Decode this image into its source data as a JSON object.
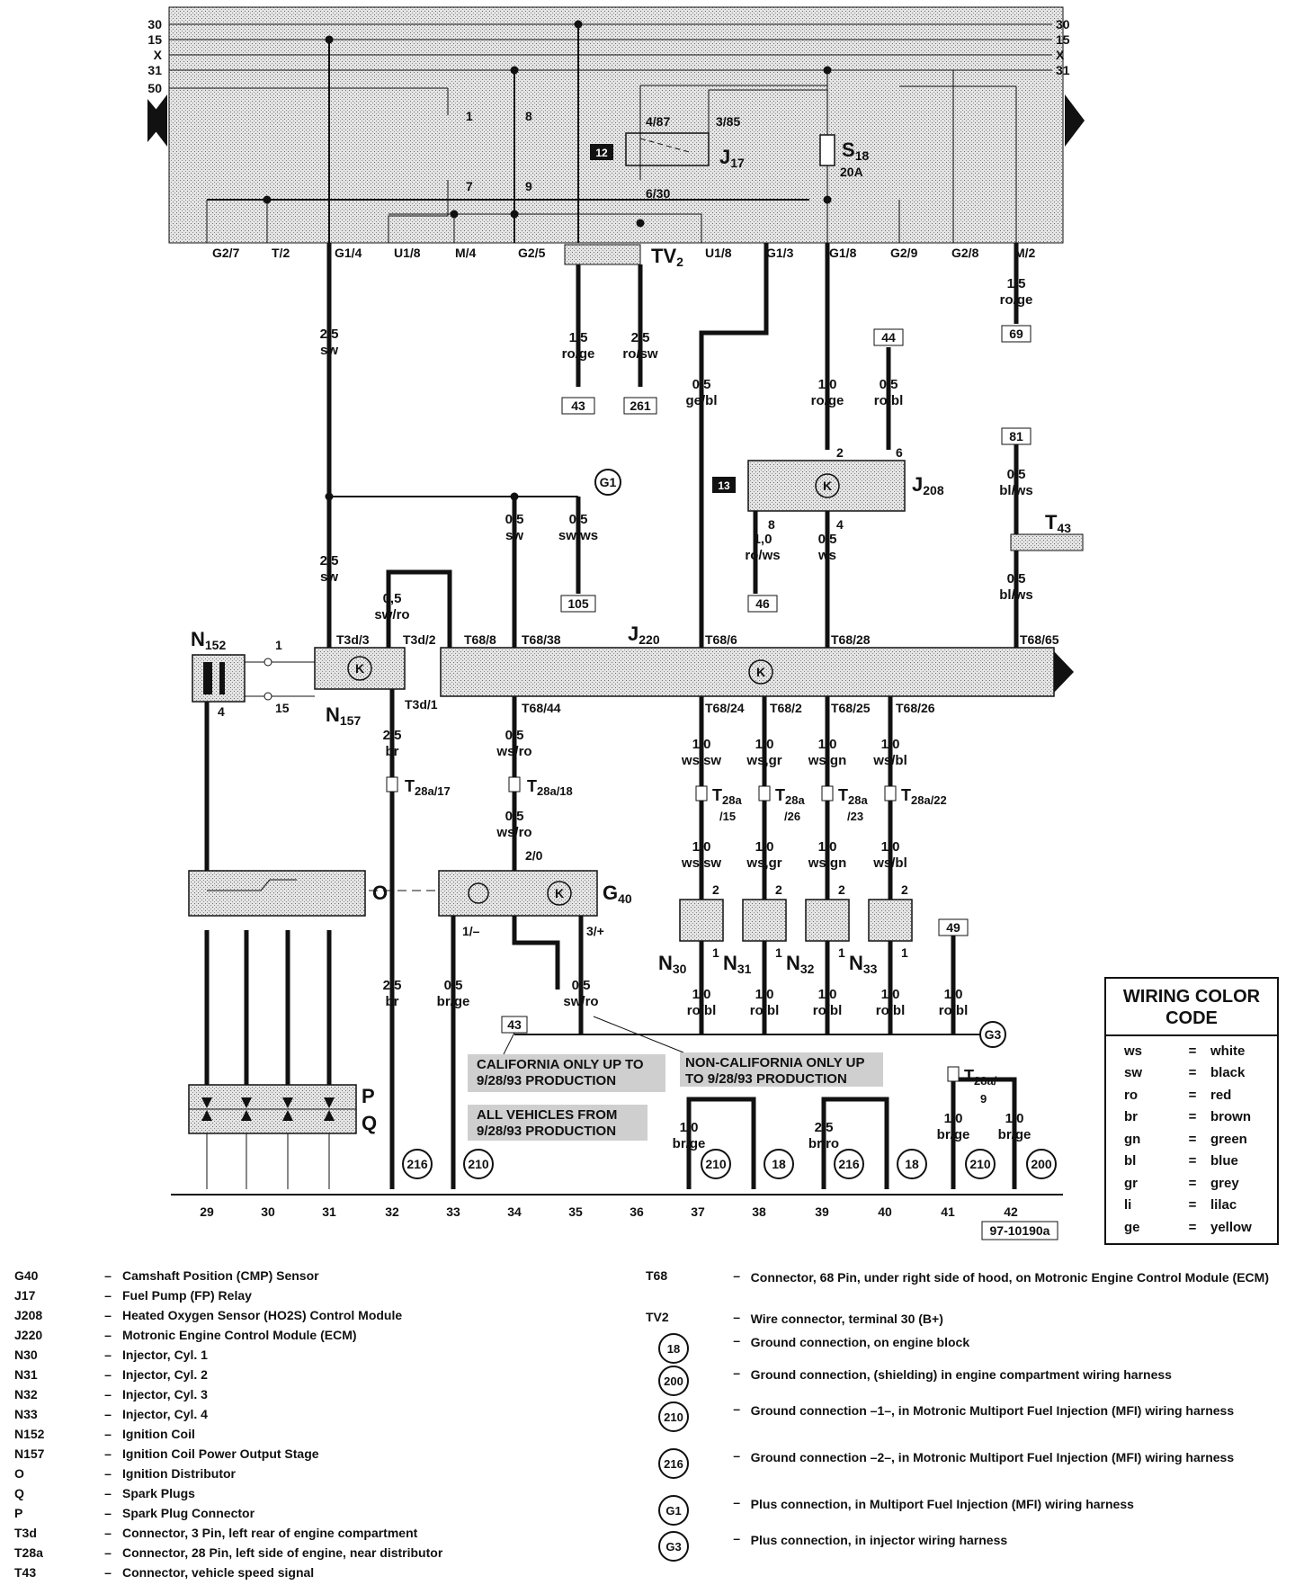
{
  "bus_lines": {
    "left": [
      "30",
      "15",
      "X",
      "31",
      "50"
    ],
    "right": [
      "30",
      "15",
      "X",
      "31"
    ]
  },
  "top_connectors": [
    "G2/7",
    "T/2",
    "G1/4",
    "U1/8",
    "M/4",
    "G2/5",
    "U1/8",
    "G1/3",
    "G1/8",
    "G2/9",
    "G2/8",
    "M/2"
  ],
  "relay_panel": {
    "relay": "J17",
    "relay_sub": "17",
    "relay_box": "12",
    "fuse": "S",
    "fuse_sub": "18",
    "fuse_rating": "20A",
    "terminals": [
      "4/87",
      "3/85",
      "6/30",
      "1",
      "8",
      "7",
      "9"
    ],
    "tv": "TV",
    "tv_sub": "2"
  },
  "wires": {
    "g14": [
      "2,5",
      "sw"
    ],
    "tv_left": [
      "1,5",
      "ro/ge"
    ],
    "tv_right": [
      "2,5",
      "ro/sw"
    ],
    "g13_mid": [
      "0,5",
      "ge/bl"
    ],
    "g18_mid": [
      "1,0",
      "ro/ge"
    ],
    "j208_6": [
      "0,5",
      "ro/bl"
    ],
    "m2": [
      "1,5",
      "ro/ge"
    ],
    "sw_mid": [
      "2,5",
      "sw"
    ],
    "sw_g1": [
      "0,5",
      "sw"
    ],
    "swws_g1": [
      "0,5",
      "sw/ws"
    ],
    "t3d2": [
      "0,5",
      "sw/ro"
    ],
    "j208_8": [
      "1,0",
      "ro/ws"
    ],
    "j208_4": [
      "0,5",
      "ws"
    ],
    "t43_top": [
      "0,5",
      "bl/ws"
    ],
    "t43_bot": [
      "0,5",
      "bl/ws"
    ],
    "t3d1": [
      "2,5",
      "br"
    ],
    "t68_44": [
      "0,5",
      "ws/ro"
    ],
    "g40_20": [
      "0,5",
      "ws/ro"
    ],
    "inj_top": [
      [
        "1,0",
        "ws/sw"
      ],
      [
        "1,0",
        "ws,gr"
      ],
      [
        "1,0",
        "ws,gn"
      ],
      [
        "1,0",
        "ws/bl"
      ]
    ],
    "inj_mid": [
      [
        "1,0",
        "ws/sw"
      ],
      [
        "1,0",
        "ws,gr"
      ],
      [
        "1,0",
        "ws,gn"
      ],
      [
        "1,0",
        "ws/bl"
      ]
    ],
    "inj_bot": [
      [
        "1,0",
        "ro/bl"
      ],
      [
        "1,0",
        "ro/bl"
      ],
      [
        "1,0",
        "ro/bl"
      ],
      [
        "1,0",
        "ro/bl"
      ],
      [
        "1,0",
        "ro/bl"
      ]
    ],
    "dist_gnd": [
      "2,5",
      "br"
    ],
    "g40_1": [
      "0,5",
      "br/ge"
    ],
    "g40_3": [
      "0,5",
      "sw/ro"
    ],
    "gnd37": [
      "1,0",
      "br/ge"
    ],
    "gnd39": [
      "2,5",
      "br/ro"
    ],
    "gnd41": [
      "1,0",
      "br/ge"
    ],
    "gnd42": [
      "1,0",
      "br/ge"
    ]
  },
  "refs": {
    "r43a": "43",
    "r261": "261",
    "r44": "44",
    "r69": "69",
    "r81": "81",
    "r105": "105",
    "r46": "46",
    "r49": "49",
    "r43b": "43",
    "r13": "13"
  },
  "components": {
    "N152": "N",
    "N152_sub": "152",
    "N157": "N",
    "N157_sub": "157",
    "J220": "J",
    "J220_sub": "220",
    "J208": "J",
    "J208_sub": "208",
    "G40": "G",
    "G40_sub": "40",
    "T43": "T",
    "T43_sub": "43",
    "O": "O",
    "P": "P",
    "Q": "Q",
    "G1": "G1",
    "G3": "G3",
    "injectors": [
      {
        "n": "N",
        "s": "30"
      },
      {
        "n": "N",
        "s": "31"
      },
      {
        "n": "N",
        "s": "32"
      },
      {
        "n": "N",
        "s": "33"
      }
    ]
  },
  "pins": {
    "n152_1": "1",
    "n152_15": "15",
    "n152_4": "4",
    "t3d3": "T3d/3",
    "t3d2": "T3d/2",
    "t3d1": "T3d/1",
    "t68_8": "T68/8",
    "t68_38": "T68/38",
    "t68_6": "T68/6",
    "t68_28": "T68/28",
    "t68_65": "T68/65",
    "t68_44": "T68/44",
    "t68_24": "T68/24",
    "t68_2": "T68/2",
    "t68_25": "T68/25",
    "t68_26": "T68/26",
    "j208_2": "2",
    "j208_6": "6",
    "j208_8": "8",
    "j208_4": "4",
    "g40_2": "2/0",
    "g40_1": "1/–",
    "g40_3": "3/+",
    "inj_2": "2",
    "inj_1": "1"
  },
  "t28a": [
    {
      "t": "T",
      "s": "28a/17"
    },
    {
      "t": "T",
      "s": "28a/18"
    },
    {
      "t": "T",
      "s": "28a",
      "p": "/15"
    },
    {
      "t": "T",
      "s": "28a",
      "p": "/26"
    },
    {
      "t": "T",
      "s": "28a",
      "p": "/23"
    },
    {
      "t": "T",
      "s": "28a/22"
    },
    {
      "t": "T",
      "s": "28a/",
      "p": "9"
    }
  ],
  "notes": {
    "california": [
      "CALIFORNIA ONLY UP TO",
      "9/28/93 PRODUCTION"
    ],
    "all": [
      "ALL VEHICLES FROM",
      "9/28/93 PRODUCTION"
    ],
    "noncal": [
      "NON-CALIFORNIA ONLY UP",
      "TO 9/28/93 PRODUCTION"
    ]
  },
  "grounds": {
    "g32": "216",
    "g33": "210",
    "g37": "210",
    "g38": "18",
    "g39": "216",
    "g40": "18",
    "g41": "210",
    "g42": "200"
  },
  "bottom_numbers": [
    "29",
    "30",
    "31",
    "32",
    "33",
    "34",
    "35",
    "36",
    "37",
    "38",
    "39",
    "40",
    "41",
    "42"
  ],
  "diagram_id": "97-10190a",
  "legend": {
    "title_1": "WIRING COLOR",
    "title_2": "CODE",
    "rows": [
      {
        "code": "ws",
        "eq": "=",
        "name": "white"
      },
      {
        "code": "sw",
        "eq": "=",
        "name": "black"
      },
      {
        "code": "ro",
        "eq": "=",
        "name": "red"
      },
      {
        "code": "br",
        "eq": "=",
        "name": "brown"
      },
      {
        "code": "gn",
        "eq": "=",
        "name": "green"
      },
      {
        "code": "bl",
        "eq": "=",
        "name": "blue"
      },
      {
        "code": "gr",
        "eq": "=",
        "name": "grey"
      },
      {
        "code": "li",
        "eq": "=",
        "name": "lilac"
      },
      {
        "code": "ge",
        "eq": "=",
        "name": "yellow"
      }
    ]
  },
  "parts_left": [
    {
      "code": "G40",
      "dash": "–",
      "desc": "Camshaft Position (CMP) Sensor"
    },
    {
      "code": "J17",
      "dash": "–",
      "desc": "Fuel Pump (FP) Relay"
    },
    {
      "code": "J208",
      "dash": "–",
      "desc": "Heated Oxygen Sensor (HO2S) Control Module"
    },
    {
      "code": "J220",
      "dash": "–",
      "desc": "Motronic Engine Control Module (ECM)"
    },
    {
      "code": "N30",
      "dash": "–",
      "desc": "Injector, Cyl. 1"
    },
    {
      "code": "N31",
      "dash": "–",
      "desc": "Injector, Cyl. 2"
    },
    {
      "code": "N32",
      "dash": "–",
      "desc": "Injector, Cyl. 3"
    },
    {
      "code": "N33",
      "dash": "–",
      "desc": "Injector, Cyl. 4"
    },
    {
      "code": "N152",
      "dash": "–",
      "desc": "Ignition Coil"
    },
    {
      "code": "N157",
      "dash": "–",
      "desc": "Ignition Coil Power Output Stage"
    },
    {
      "code": "O",
      "dash": "–",
      "desc": "Ignition Distributor"
    },
    {
      "code": "Q",
      "dash": "–",
      "desc": "Spark Plugs"
    },
    {
      "code": "P",
      "dash": "–",
      "desc": "Spark Plug Connector"
    },
    {
      "code": "T3d",
      "dash": "–",
      "desc": "Connector, 3 Pin, left rear of engine compartment"
    },
    {
      "code": "T28a",
      "dash": "–",
      "desc": "Connector, 28 Pin, left side of engine, near distributor"
    },
    {
      "code": "T43",
      "dash": "–",
      "desc": "Connector, vehicle speed signal"
    }
  ],
  "parts_right": [
    {
      "code": "T68",
      "dash": "–",
      "desc": "Connector, 68 Pin, under right side of hood, on Motronic Engine Control Module (ECM)"
    },
    {
      "code": "TV2",
      "dash": "–",
      "desc": "Wire connector, terminal 30 (B+)"
    },
    {
      "circle": "18",
      "dash": "–",
      "desc": "Ground connection, on engine block"
    },
    {
      "circle": "200",
      "dash": "–",
      "desc": "Ground connection, (shielding) in engine compartment wiring harness"
    },
    {
      "circle": "210",
      "dash": "–",
      "desc": "Ground connection –1–, in Motronic Multiport Fuel Injection (MFI) wiring harness"
    },
    {
      "circle": "216",
      "dash": "–",
      "desc": "Ground connection –2–, in Motronic Multiport Fuel Injection (MFI) wiring harness"
    },
    {
      "circle": "G1",
      "dash": "–",
      "desc": "Plus connection, in Multiport Fuel Injection (MFI) wiring harness"
    },
    {
      "circle": "G3",
      "dash": "–",
      "desc": "Plus connection, in injector wiring harness"
    }
  ]
}
